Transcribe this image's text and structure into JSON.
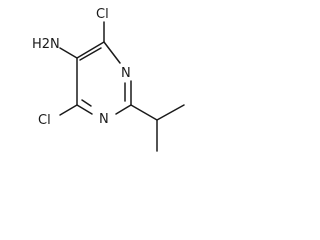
{
  "molecule": {
    "atoms": {
      "cl_top": "Cl",
      "n_upper": "N",
      "n_lower": "N",
      "cl_bottom": "Cl",
      "amine": "H2N"
    }
  }
}
